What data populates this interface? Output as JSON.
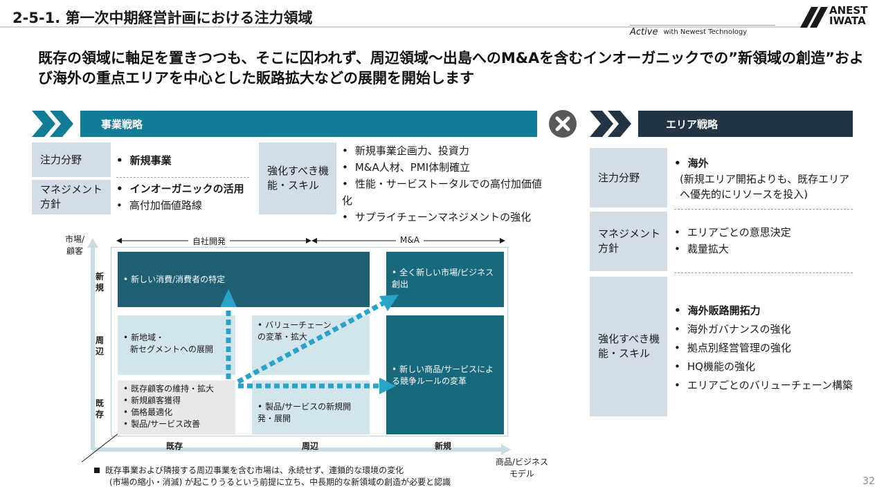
{
  "header": {
    "title": "2-5-1. 第一次中期経営計画における注力領域",
    "logo_line1": "ANEST",
    "logo_line2": "IWATA",
    "tagline_brand": "Active",
    "tagline_text": "with Newest Technology"
  },
  "headline": "既存の領域に軸足を置きつつも、そこに囚われず、周辺領域～出島へのM&Aを含むインオーガニックでの”新領域の創造”および海外の重点エリアを中心とした販路拡大などの展開を開始します",
  "business": {
    "band_label": "事業戦略",
    "focus_label": "注力分野",
    "focus_items": [
      "新規事業"
    ],
    "mgmt_label": "マネジメント方針",
    "mgmt_items": [
      "インオーガニックの活用",
      "高付加価値路線"
    ],
    "skill_label": "強化すべき機能・スキル",
    "skill_items": [
      "新規事業企画力、投資力",
      "M&A人材、PMI体制確立",
      "性能・サービストータルでの高付加価値化",
      "サプライチェーンマネジメントの強化"
    ]
  },
  "area": {
    "band_label": "エリア戦略",
    "focus_label": "注力分野",
    "focus_title": "海外",
    "focus_note": "(新規エリア開拓よりも、既存エリアへ優先的にリソースを投入)",
    "mgmt_label": "マネジメント方針",
    "mgmt_items": [
      "エリアごとの意思決定",
      "裁量拡大"
    ],
    "skill_label": "強化すべき機能・スキル",
    "skill_items": [
      "海外販路開拓力",
      "海外ガバナンスの強化",
      "拠点別経営管理の強化",
      "HQ機能の強化",
      "エリアごとのバリューチェーン構築"
    ]
  },
  "matrix": {
    "y_axis_label": "市場/顧客",
    "x_axis_label": "商品/ビジネスモデル",
    "top_left_label": "自社開発",
    "top_right_label": "M&A",
    "rows": [
      "新規",
      "周辺",
      "既存"
    ],
    "cols": [
      "既存",
      "周辺",
      "新規"
    ],
    "cell_new_market": "新しい消費/消費者の特定",
    "cell_new_new": "全く新しい市場/ビジネス創出",
    "cell_adj_exist": [
      "新地域・",
      "新セグメントへの展開"
    ],
    "cell_adj_adj": [
      "バリューチェーンの変革・拡大"
    ],
    "cell_new_product": "新しい商品/サービスによる競争ルールの変革",
    "cell_existing": [
      "既存顧客の維持・拡大",
      "新規顧客獲得",
      "価格最適化",
      "製品/サービス改善"
    ],
    "cell_product_adj": "製品/サービスの新規開発・展開"
  },
  "footnote": {
    "line1": "既存事業および隣接する周辺事業を含む市場は、永続せず、連鎖的な環境の変化",
    "line2": "(市場の縮小・消滅) が起こりうるという前提に立ち、中長期的な新領域の創造が必要と認識"
  },
  "page_number": "32",
  "colors": {
    "teal": "#127b96",
    "navy": "#233444",
    "label_bg": "#d3dde7",
    "arrow": "#2aa3c8"
  }
}
